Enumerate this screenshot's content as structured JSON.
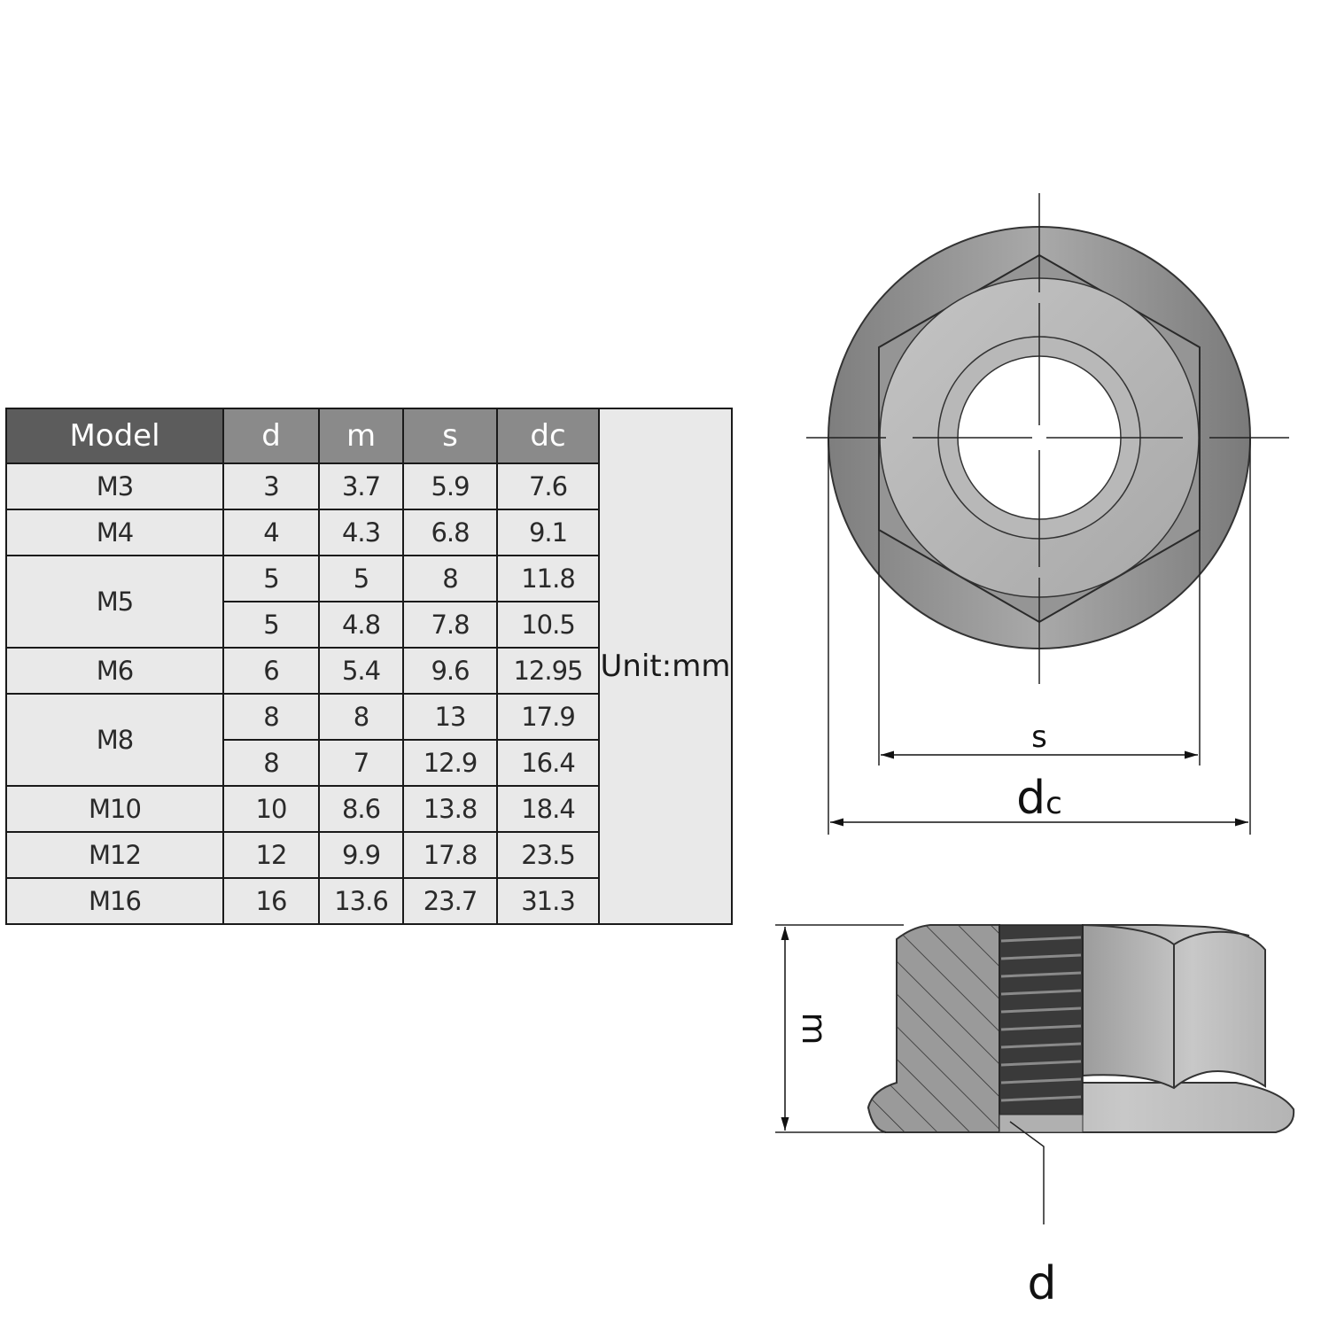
{
  "table": {
    "headers": [
      "Model",
      "d",
      "m",
      "s",
      "dc"
    ],
    "unit_label": "Unit:mm",
    "rows": [
      {
        "model": "M3",
        "d": "3",
        "m": "3.7",
        "s": "5.9",
        "dc": "7.6"
      },
      {
        "model": "M4",
        "d": "4",
        "m": "4.3",
        "s": "6.8",
        "dc": "9.1"
      },
      {
        "model": "M5",
        "d": "5",
        "m": "5",
        "s": "8",
        "dc": "11.8"
      },
      {
        "model": "",
        "d": "5",
        "m": "4.8",
        "s": "7.8",
        "dc": "10.5"
      },
      {
        "model": "M6",
        "d": "6",
        "m": "5.4",
        "s": "9.6",
        "dc": "12.95"
      },
      {
        "model": "M8",
        "d": "8",
        "m": "8",
        "s": "13",
        "dc": "17.9"
      },
      {
        "model": "",
        "d": "8",
        "m": "7",
        "s": "12.9",
        "dc": "16.4"
      },
      {
        "model": "M10",
        "d": "10",
        "m": "8.6",
        "s": "13.8",
        "dc": "18.4"
      },
      {
        "model": "M12",
        "d": "12",
        "m": "9.9",
        "s": "17.8",
        "dc": "23.5"
      },
      {
        "model": "M16",
        "d": "16",
        "m": "13.6",
        "s": "23.7",
        "dc": "31.3"
      }
    ]
  },
  "drawing": {
    "label_s": "s",
    "label_dc_main": "d",
    "label_dc_sub": "c",
    "label_m": "m",
    "label_d": "d"
  }
}
